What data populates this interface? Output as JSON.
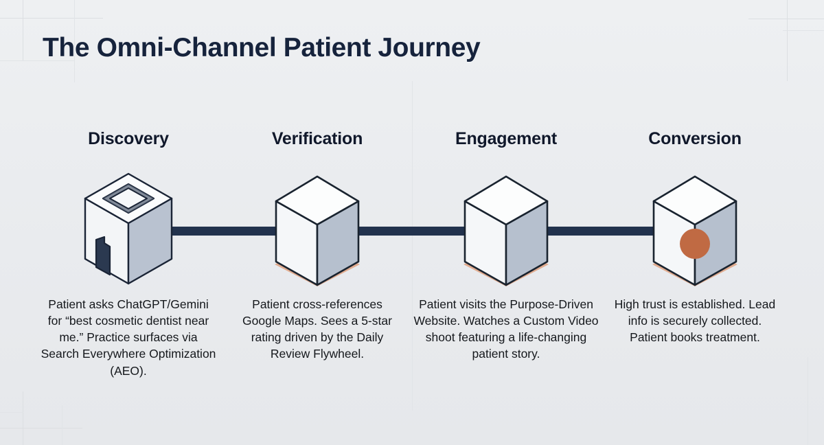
{
  "page": {
    "title": "The Omni-Channel Patient Journey",
    "background_color": "#eaedef",
    "accent_color": "#c06a43",
    "rail_color": "#22324d",
    "title_color": "#16233c"
  },
  "stages": [
    {
      "id": "discovery",
      "title": "Discovery",
      "caption": "Patient asks ChatGPT/Gemini for “best cosmetic dentist near me.” Practice surfaces via Search Everywhere Optimization (AEO).",
      "icon": "isometric-building-icon",
      "shadow_color": "#97a2b2",
      "has_node_dot": false
    },
    {
      "id": "verification",
      "title": "Verification",
      "caption": "Patient cross-references Google Maps. Sees a 5-star rating driven by the Daily Review Flywheel.",
      "icon": "isometric-cube-icon",
      "shadow_color": "#e0a98a",
      "has_node_dot": false
    },
    {
      "id": "engagement",
      "title": "Engagement",
      "caption": "Patient visits the Purpose-Driven Website. Watches a Custom Video shoot featuring a life-changing patient story.",
      "icon": "isometric-cube-icon",
      "shadow_color": "#e0a98a",
      "has_node_dot": false
    },
    {
      "id": "conversion",
      "title": "Conversion",
      "caption": "High trust is established. Lead info is securely collected. Patient books treatment.",
      "icon": "isometric-cube-icon",
      "shadow_color": "#e0a98a",
      "has_node_dot": true
    }
  ]
}
